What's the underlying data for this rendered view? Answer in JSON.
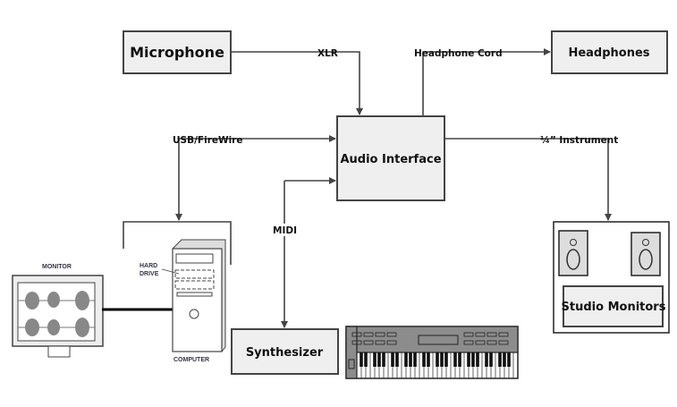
{
  "nodes": {
    "microphone": "Microphone",
    "headphones": "Headphones",
    "audio_interface": "Audio Interface",
    "synthesizer": "Synthesizer",
    "studio_monitors": "Studio Monitors"
  },
  "edges": {
    "xlr": "XLR",
    "headphone_cord": "Headphone Cord",
    "usb_firewire": "USB/FireWire",
    "instrument": "¼” Instrument",
    "midi": "MIDI"
  },
  "illustration_labels": {
    "monitor": "MONITOR",
    "hard_drive_line1": "HARD",
    "hard_drive_line2": "DRIVE",
    "computer": "COMPUTER"
  },
  "colors": {
    "box_fill": "#efefef",
    "line": "#444444",
    "keyboard_body": "#8c8c8c"
  }
}
